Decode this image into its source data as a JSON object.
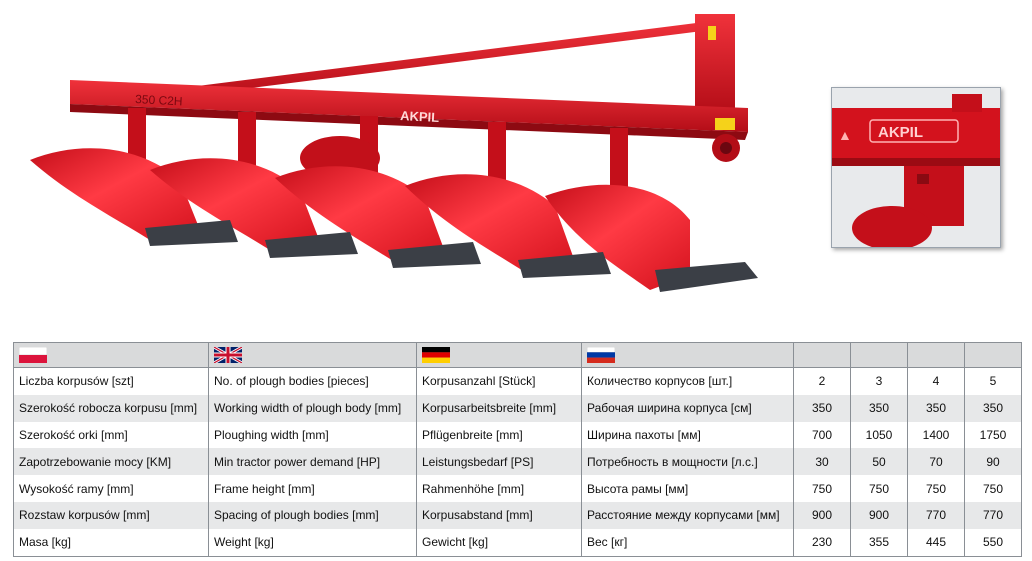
{
  "illustration": {
    "model_marking": "350 C2H",
    "brand_logo": "AKPIL"
  },
  "detail_photo": {
    "brand_logo": "AKPIL"
  },
  "table": {
    "languages": [
      {
        "code": "pl",
        "flag": "flag-poland-icon"
      },
      {
        "code": "en",
        "flag": "flag-uk-icon"
      },
      {
        "code": "de",
        "flag": "flag-germany-icon"
      },
      {
        "code": "ru",
        "flag": "flag-russia-icon"
      }
    ],
    "rows": [
      {
        "pl": "Liczba korpusów [szt]",
        "en": "No. of plough bodies [pieces]",
        "de": "Korpusanzahl [Stück]",
        "ru": "Количество корпусов [шт.]",
        "values": [
          "2",
          "3",
          "4",
          "5"
        ]
      },
      {
        "pl": "Szerokość robocza korpusu [mm]",
        "en": "Working width of plough body [mm]",
        "de": "Korpusarbeitsbreite [mm]",
        "ru": "Рабочая ширина корпуса [см]",
        "values": [
          "350",
          "350",
          "350",
          "350"
        ]
      },
      {
        "pl": "Szerokość orki [mm]",
        "en": "Ploughing width  [mm]",
        "de": "Pflügenbreite [mm]",
        "ru": "Ширина пахоты [мм]",
        "values": [
          "700",
          "1050",
          "1400",
          "1750"
        ]
      },
      {
        "pl": "Zapotrzebowanie mocy [KM]",
        "en": "Min tractor power demand [HP]",
        "de": "Leistungsbedarf [PS]",
        "ru": "Потребность в мощности [л.с.]",
        "values": [
          "30",
          "50",
          "70",
          "90"
        ]
      },
      {
        "pl": "Wysokość ramy [mm]",
        "en": "Frame height [mm]",
        "de": "Rahmenhöhe [mm]",
        "ru": "Высота рамы [мм]",
        "values": [
          "750",
          "750",
          "750",
          "750"
        ]
      },
      {
        "pl": "Rozstaw korpusów [mm]",
        "en": "Spacing of plough bodies [mm]",
        "de": "Korpusabstand [mm]",
        "ru": "Расстояние между корпусами [мм]",
        "values": [
          "900",
          "900",
          "770",
          "770"
        ]
      },
      {
        "pl": "Masa [kg]",
        "en": "Weight [kg]",
        "de": "Gewicht [kg]",
        "ru": "Вес [кг]",
        "values": [
          "230",
          "355",
          "445",
          "550"
        ]
      }
    ]
  },
  "colors": {
    "frame_red": "#e01420",
    "share_dark": "#3b3f46"
  }
}
